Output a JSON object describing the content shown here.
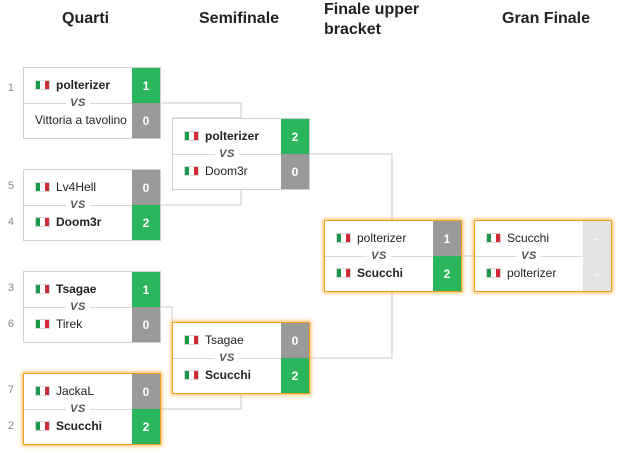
{
  "rounds": {
    "quarti": "Quarti",
    "semifinale": "Semifinale",
    "finale_upper": "Finale upper bracket",
    "gran_finale": "Gran Finale"
  },
  "vs_label": "VS",
  "flag_colors": {
    "green": "#199a48",
    "white": "#ffffff",
    "red": "#cf2b37"
  },
  "accent_colors": {
    "win": "#2cb65c",
    "lose": "#9a9a9a",
    "pending": "#e4e4e4",
    "highlight": "#f5a623"
  },
  "matches": {
    "q1": {
      "top": {
        "seed": "1",
        "name": "polterizer",
        "score": "1",
        "flag": "italy"
      },
      "bottom": {
        "seed": "",
        "name": "Vittoria a tavolino",
        "score": "0",
        "flag": ""
      }
    },
    "q2": {
      "top": {
        "seed": "5",
        "name": "Lv4Hell",
        "score": "0",
        "flag": "italy"
      },
      "bottom": {
        "seed": "4",
        "name": "Doom3r",
        "score": "2",
        "flag": "italy"
      }
    },
    "q3": {
      "top": {
        "seed": "3",
        "name": "Tsagae",
        "score": "1",
        "flag": "italy"
      },
      "bottom": {
        "seed": "6",
        "name": "Tirek",
        "score": "0",
        "flag": "italy"
      }
    },
    "q4": {
      "top": {
        "seed": "7",
        "name": "JackaL",
        "score": "0",
        "flag": "italy"
      },
      "bottom": {
        "seed": "2",
        "name": "Scucchi",
        "score": "2",
        "flag": "italy"
      }
    },
    "s1": {
      "top": {
        "name": "polterizer",
        "score": "2",
        "flag": "italy"
      },
      "bottom": {
        "name": "Doom3r",
        "score": "0",
        "flag": "italy"
      }
    },
    "s2": {
      "top": {
        "name": "Tsagae",
        "score": "0",
        "flag": "italy"
      },
      "bottom": {
        "name": "Scucchi",
        "score": "2",
        "flag": "italy"
      }
    },
    "f1": {
      "top": {
        "name": "polterizer",
        "score": "1",
        "flag": "italy"
      },
      "bottom": {
        "name": "Scucchi",
        "score": "2",
        "flag": "italy"
      }
    },
    "gf": {
      "top": {
        "name": "Scucchi",
        "score": "-",
        "flag": "italy"
      },
      "bottom": {
        "name": "polterizer",
        "score": "-",
        "flag": "italy"
      }
    }
  }
}
